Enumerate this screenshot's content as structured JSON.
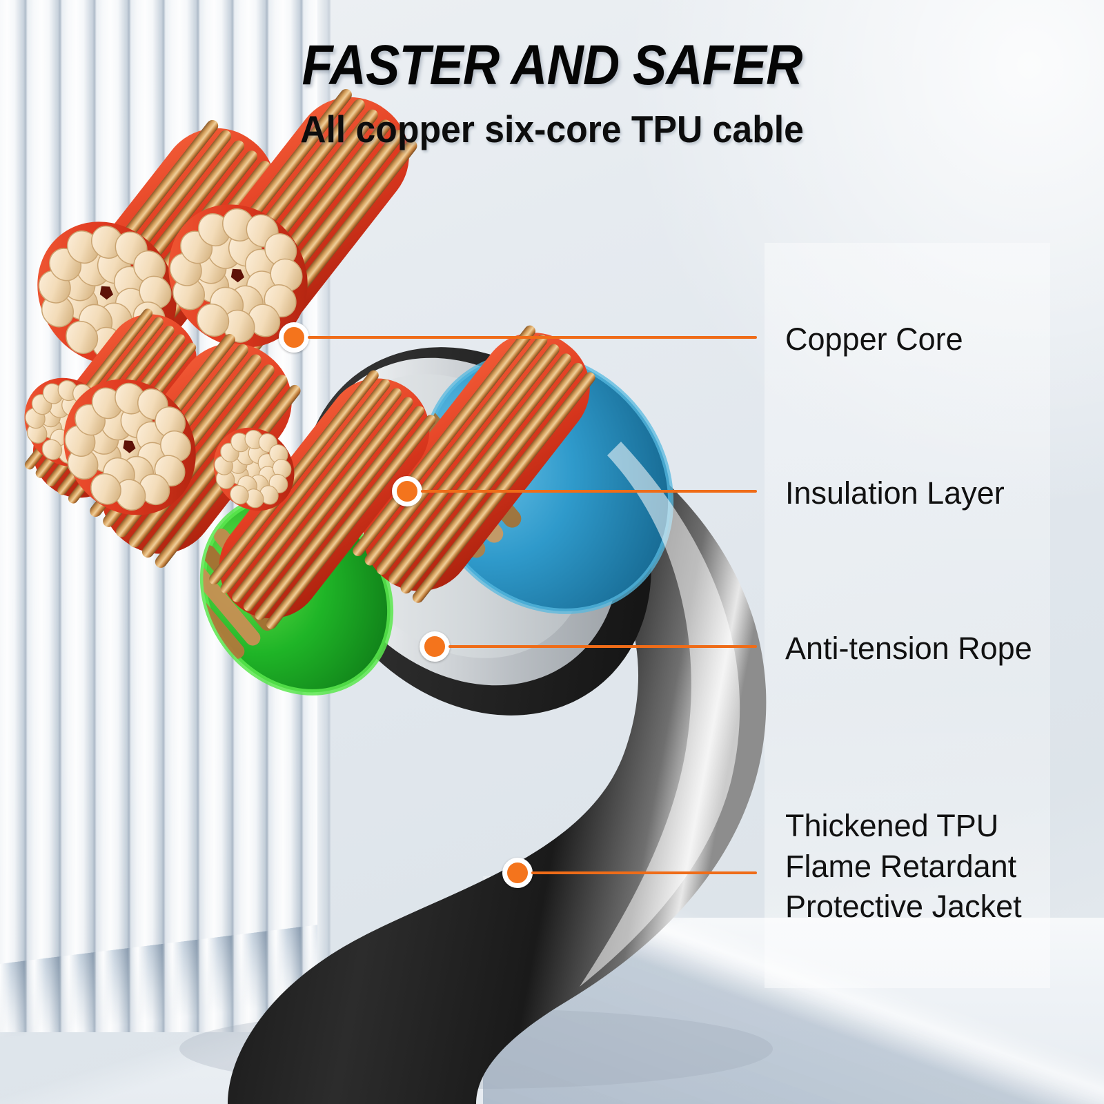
{
  "header": {
    "headline": "FASTER AND SAFER",
    "subhead": "All copper six-core TPU cable"
  },
  "colors": {
    "accent_orange": "#f4741c",
    "line_orange": "#ef6c18",
    "marker_ring": "#ffffff",
    "text": "#111111",
    "copper": "#c08142",
    "copper_tip": "#f5dfc0",
    "red_insulation": "#e03a20",
    "blue_core": "#1f87b8",
    "green_core": "#22b52b",
    "inner_sheath": "#c9ced2",
    "outer_jacket": "#1b1b1b",
    "background": "#e3e8ed"
  },
  "callouts": [
    {
      "id": "copper-core",
      "label": "Copper Core",
      "lines": [
        "Copper Core"
      ]
    },
    {
      "id": "insulation-layer",
      "label": "Insulation Layer",
      "lines": [
        "Insulation Layer"
      ]
    },
    {
      "id": "anti-tension-rope",
      "label": "Anti-tension Rope",
      "lines": [
        "Anti-tension Rope"
      ]
    },
    {
      "id": "tpu-jacket",
      "label": "Thickened TPU Flame Retardant Protective Jacket",
      "lines": [
        "Thickened TPU",
        "Flame Retardant",
        "Protective Jacket"
      ]
    }
  ]
}
